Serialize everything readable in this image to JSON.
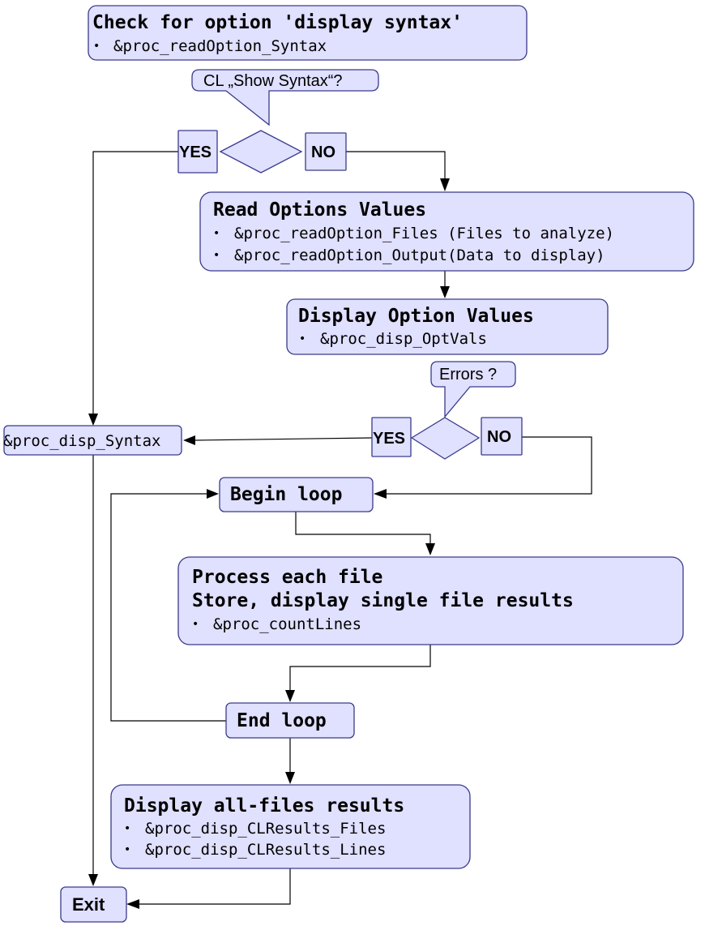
{
  "boxes": {
    "check_syntax": {
      "title": "Check for option 'display syntax'",
      "items": [
        "&proc_readOption_Syntax"
      ]
    },
    "read_options": {
      "title": "Read Options Values",
      "items": [
        "&proc_readOption_Files (Files to analyze)",
        "&proc_readOption_Output(Data to display)"
      ]
    },
    "display_options": {
      "title": "Display Option Values",
      "items": [
        "&proc_disp_OptVals"
      ]
    },
    "disp_syntax": {
      "label": "&proc_disp_Syntax"
    },
    "begin_loop": {
      "title": "Begin loop"
    },
    "process_file": {
      "title_lines": [
        "Process each file",
        "Store, display single file results"
      ],
      "items": [
        "&proc_countLines"
      ]
    },
    "end_loop": {
      "title": "End loop"
    },
    "display_results": {
      "title": "Display all-files results",
      "items": [
        "&proc_disp_CLResults_Files",
        "&proc_disp_CLResults_Lines"
      ]
    },
    "exit": {
      "title": "Exit"
    }
  },
  "decisions": {
    "show_syntax": {
      "question": "CL „Show Syntax“?",
      "yes": "YES",
      "no": "NO"
    },
    "errors": {
      "question": "Errors ?",
      "yes": "YES",
      "no": "NO"
    }
  },
  "bullet": "•"
}
